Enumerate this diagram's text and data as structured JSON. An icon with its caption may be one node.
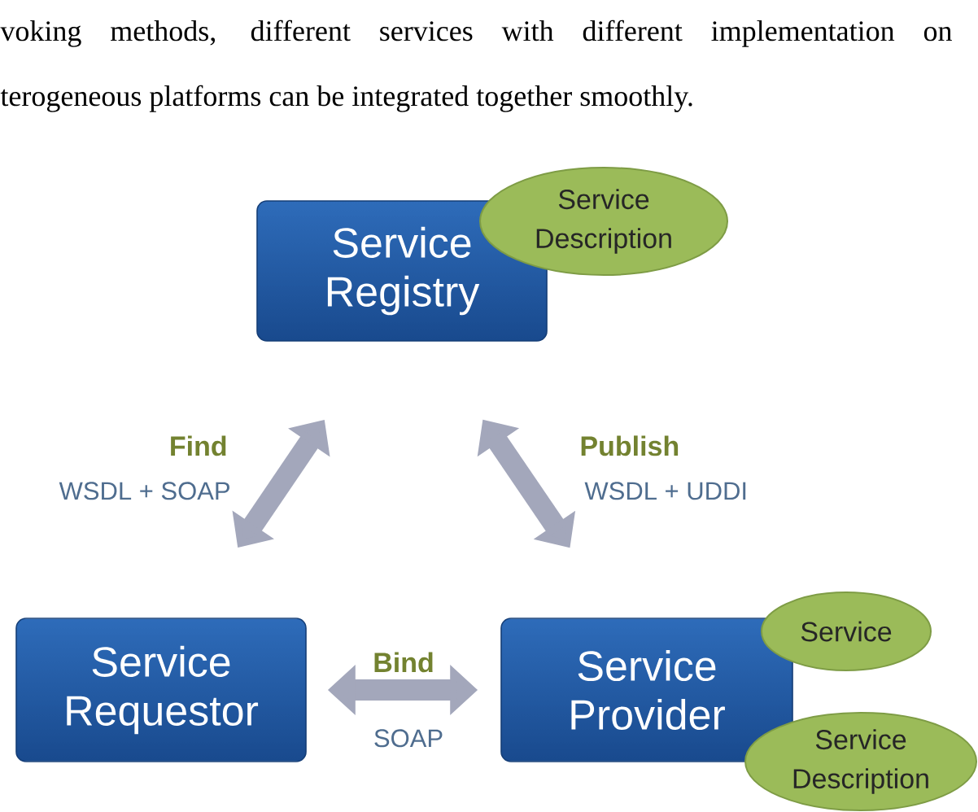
{
  "diagram": {
    "nodes": [
      {
        "text": [
          "Service Registry"
        ]
      },
      {
        "text": [
          "Service Description"
        ]
      },
      {
        "text": [
          "Service Requestor"
        ]
      },
      {
        "text": [
          "Service Provider"
        ]
      },
      {
        "text": [
          "Service"
        ]
      },
      {
        "text": [
          "Service Description"
        ]
      }
    ],
    "edges": [
      {
        "from": 2,
        "to": 0,
        "arrow": "both",
        "label": "Find"
      },
      {
        "from": 3,
        "to": 0,
        "arrow": "both",
        "label": "Publish"
      },
      {
        "from": 2,
        "to": 3,
        "arrow": "both",
        "label": "Bind"
      }
    ],
    "labels": [
      "voking methods, different services with different implementation on",
      "terogeneous platforms can be integrated together smoothly.",
      "WSDL + SOAP",
      "WSDL + UDDI",
      "SOAP"
    ]
  }
}
